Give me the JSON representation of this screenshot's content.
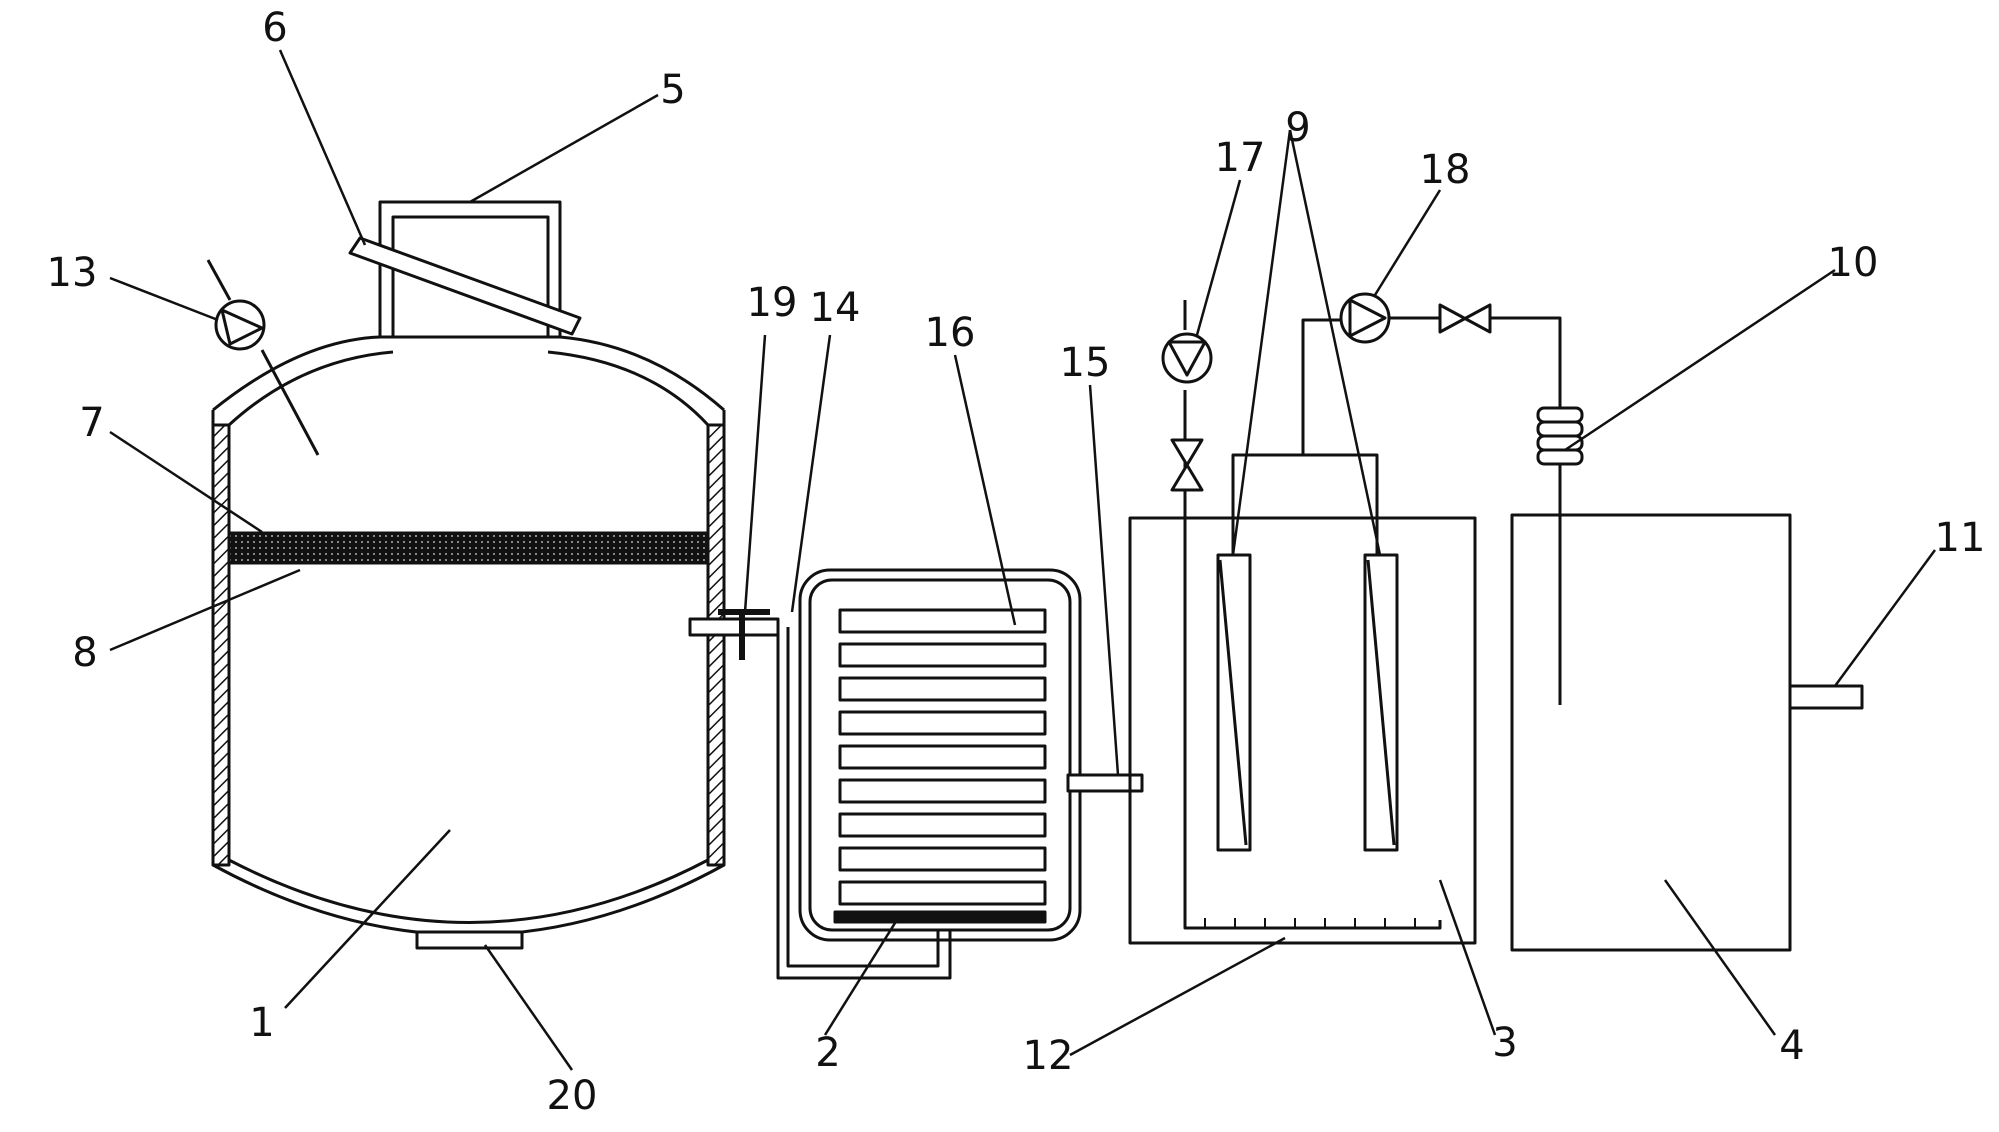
{
  "colors": {
    "stroke": "#111111",
    "hatch": "#111111",
    "background": "#ffffff"
  },
  "labels": {
    "l1": "1",
    "l2": "2",
    "l3": "3",
    "l4": "4",
    "l5": "5",
    "l6": "6",
    "l7": "7",
    "l8": "8",
    "l9": "9",
    "l10": "10",
    "l11": "11",
    "l12": "12",
    "l13": "13",
    "l14": "14",
    "l15": "15",
    "l16": "16",
    "l17": "17",
    "l18": "18",
    "l19": "19",
    "l20": "20"
  }
}
